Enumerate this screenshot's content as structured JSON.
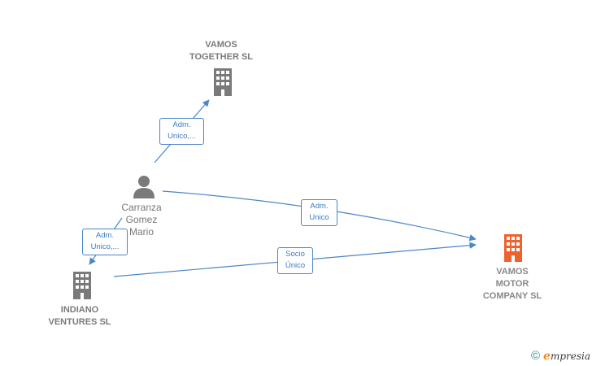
{
  "nodes": {
    "vamos_together": {
      "label": "VAMOS\nTOGETHER  SL",
      "icon": "building-icon",
      "color": "#7a7a7a"
    },
    "vamos_motor": {
      "label": "VAMOS\nMOTOR\nCOMPANY  SL",
      "icon": "building-icon",
      "color": "#f0622d"
    },
    "indiano_ventures": {
      "label": "INDIANO\nVENTURES  SL",
      "icon": "building-icon",
      "color": "#7a7a7a"
    },
    "person": {
      "label": "Carranza\nGomez\nMario",
      "icon": "person-icon",
      "color": "#7a7a7a"
    }
  },
  "edges": {
    "person_to_together": "Adm.\nUnico,...",
    "person_to_motor": "Adm.\nUnico",
    "person_to_indiano": "Adm.\nUnico,...",
    "indiano_to_motor": "Socio\nÚnico"
  },
  "colors": {
    "edge": "#4a86c8",
    "accent": "#f0622d"
  },
  "footer": {
    "copyright": "©",
    "brand_initial": "e",
    "brand_rest": "mpresia"
  }
}
